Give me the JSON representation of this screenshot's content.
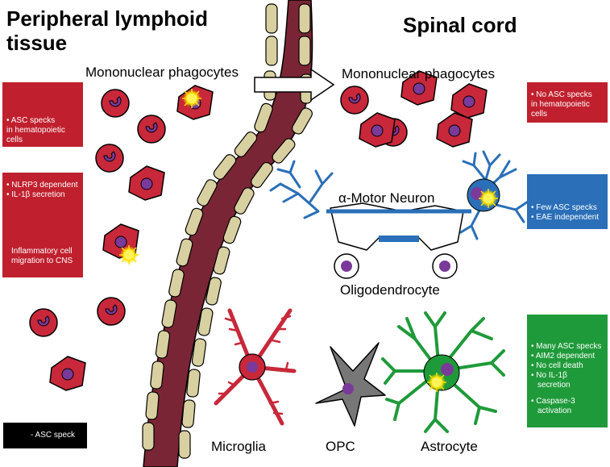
{
  "titles": {
    "left": "Peripheral lymphoid tissue",
    "right": "Spinal cord"
  },
  "labels": {
    "mono_left": "Mononuclear phagocytes",
    "mono_right": "Mononuclear phagocytes",
    "motor_neuron": "α-Motor Neuron",
    "oligodendrocyte": "Oligodendrocyte",
    "microglia": "Microglia",
    "opc": "OPC",
    "astrocyte": "Astrocyte"
  },
  "boxes": {
    "left_top": [
      "• ASC specks",
      "in hematopoietic",
      "cells"
    ],
    "left_mid_top": [
      "• NLRP3 dependent",
      "• IL-1β secretion"
    ],
    "left_mid_bottom": [
      "Inflammatory cell",
      "migration to CNS"
    ],
    "right_top": [
      "• No ASC specks",
      "in hematopoietic",
      "cells"
    ],
    "right_blue": [
      "• Few ASC specks",
      "• EAE independent"
    ],
    "right_green": [
      "• Many ASC specks",
      "• AIM2 dependent",
      "• No cell death",
      "• No IL-1β",
      "secretion",
      "",
      "• Caspase-3",
      "activation"
    ],
    "legend": "- ASC speck"
  },
  "colors": {
    "box_red": "#c0202e",
    "box_blue": "#2a6fb8",
    "box_green": "#1f9a3a",
    "vessel": "#7a2535",
    "vessel_cells": "#d8d0a0",
    "cell_red": "#c8283a",
    "nucleus": "#7a3a9a",
    "speck": "#ffea00",
    "neuron_blue": "#2a6fb8",
    "astrocyte_green": "#1f9a3a",
    "opc_gray": "#777777"
  }
}
